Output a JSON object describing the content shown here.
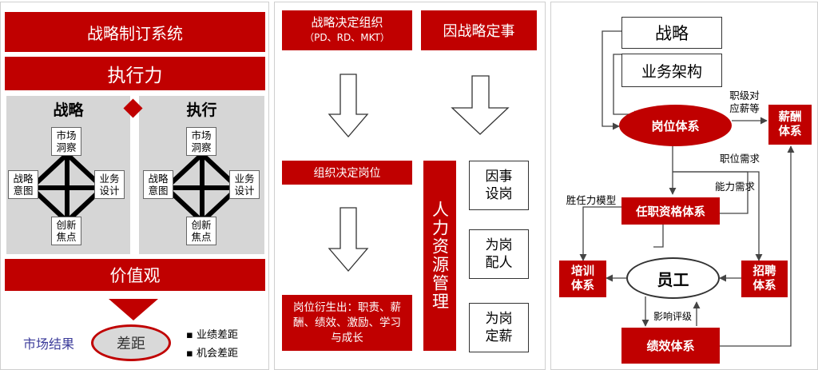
{
  "panel1": {
    "title": "战略制订系统",
    "execution": "执行力",
    "strategy_label": "战略",
    "execute_label": "执行",
    "left_nodes": {
      "top": "市场\n洞察",
      "left": "战略\n意图",
      "right": "业务\n设计",
      "bottom": "创新\n焦点"
    },
    "right_nodes": {
      "top": "市场\n洞察",
      "left": "战略\n意图",
      "right": "业务\n设计",
      "bottom": "创新\n焦点"
    },
    "values": "价值观",
    "market_result": "市场结果",
    "gap": "差距",
    "bullets": [
      "业绩差距",
      "机会差距"
    ]
  },
  "panel2": {
    "box1_line1": "战略决定组织",
    "box1_line2": "（PD、RD、MKT）",
    "box2": "因战略定事",
    "box3": "组织决定岗位",
    "box4": "岗位衍生出：职责、薪酬、绩效、激励、学习与成长",
    "hr_vertical": "人力资源管理",
    "side_boxes": [
      "因事\n设岗",
      "为岗\n配人",
      "为岗\n定薪"
    ]
  },
  "panel3": {
    "strategy": "战略",
    "business_arch": "业务架构",
    "position_system": "岗位体系",
    "compensation_system": "薪酬\n体系",
    "rank_label": "职级对\n应薪等",
    "position_demand": "职位需求",
    "ability_demand": "能力需求",
    "competency_model": "胜任力模型",
    "qualification_system": "任职资格体系",
    "training_system": "培训\n体系",
    "employee": "员工",
    "recruit_system": "招聘\n体系",
    "influence_eval": "影响评级",
    "performance_system": "绩效体系"
  },
  "colors": {
    "accent": "#c00000",
    "gray_panel": "#d6d6d6",
    "text_blue": "#3b3b9a"
  }
}
